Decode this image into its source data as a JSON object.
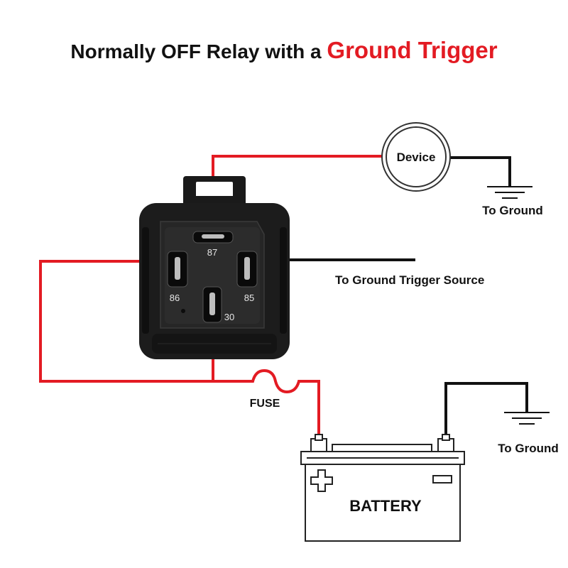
{
  "title": {
    "prefix": "Normally OFF Relay with a",
    "highlight": "Ground Trigger"
  },
  "device": {
    "label": "Device"
  },
  "device_ground": {
    "label": "To Ground"
  },
  "trigger": {
    "label": "To Ground Trigger Source"
  },
  "relay": {
    "pins": {
      "p87": "87",
      "p86": "86",
      "p85": "85",
      "p30": "30"
    }
  },
  "fuse": {
    "label": "FUSE"
  },
  "battery": {
    "label": "BATTERY",
    "positive_symbol": "+",
    "negative_symbol": "−"
  },
  "battery_ground": {
    "label": "To Ground"
  },
  "colors": {
    "accent": "#e31b23",
    "positive_wire": "#e31b23",
    "ground_wire": "#111111",
    "relay_body": "#1c1c1c",
    "text": "#111111"
  }
}
